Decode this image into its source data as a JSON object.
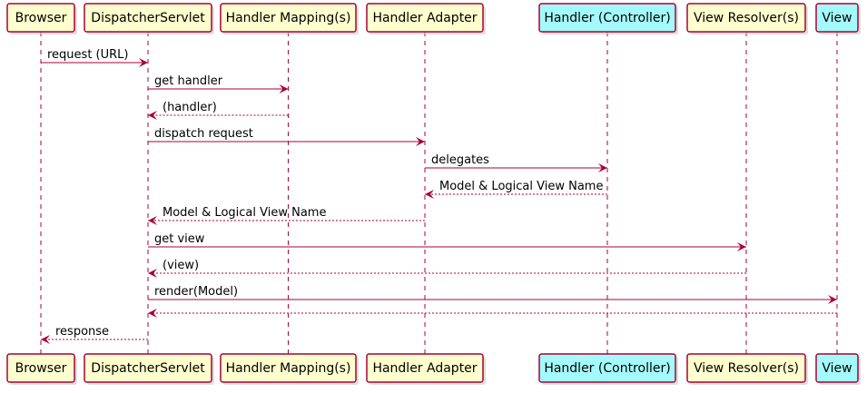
{
  "diagram": {
    "type": "sequence",
    "colors": {
      "line": "#a80036",
      "participant_fill": "#fefece",
      "highlight_fill": "#a4fafa"
    },
    "participants": [
      {
        "id": "browser",
        "label": "Browser",
        "highlight": false
      },
      {
        "id": "dispatcher",
        "label": "DispatcherServlet",
        "highlight": false
      },
      {
        "id": "mapping",
        "label": "Handler Mapping(s)",
        "highlight": false
      },
      {
        "id": "adapter",
        "label": "Handler Adapter",
        "highlight": false
      },
      {
        "id": "controller",
        "label": "Handler (Controller)",
        "highlight": true
      },
      {
        "id": "resolver",
        "label": "View Resolver(s)",
        "highlight": false
      },
      {
        "id": "view",
        "label": "View",
        "highlight": true
      }
    ],
    "messages": [
      {
        "from": "browser",
        "to": "dispatcher",
        "label": "request (URL)",
        "dashed": false
      },
      {
        "from": "dispatcher",
        "to": "mapping",
        "label": "get handler",
        "dashed": false
      },
      {
        "from": "mapping",
        "to": "dispatcher",
        "label": "(handler)",
        "dashed": true
      },
      {
        "from": "dispatcher",
        "to": "adapter",
        "label": "dispatch request",
        "dashed": false
      },
      {
        "from": "adapter",
        "to": "controller",
        "label": "delegates",
        "dashed": false
      },
      {
        "from": "controller",
        "to": "adapter",
        "label": "Model & Logical View Name",
        "dashed": true
      },
      {
        "from": "adapter",
        "to": "dispatcher",
        "label": "Model & Logical View Name",
        "dashed": true
      },
      {
        "from": "dispatcher",
        "to": "resolver",
        "label": "get view",
        "dashed": false
      },
      {
        "from": "resolver",
        "to": "dispatcher",
        "label": "(view)",
        "dashed": true
      },
      {
        "from": "dispatcher",
        "to": "view",
        "label": "render(Model)",
        "dashed": false
      },
      {
        "from": "view",
        "to": "dispatcher",
        "label": "",
        "dashed": true
      },
      {
        "from": "dispatcher",
        "to": "browser",
        "label": "response",
        "dashed": true
      }
    ]
  }
}
